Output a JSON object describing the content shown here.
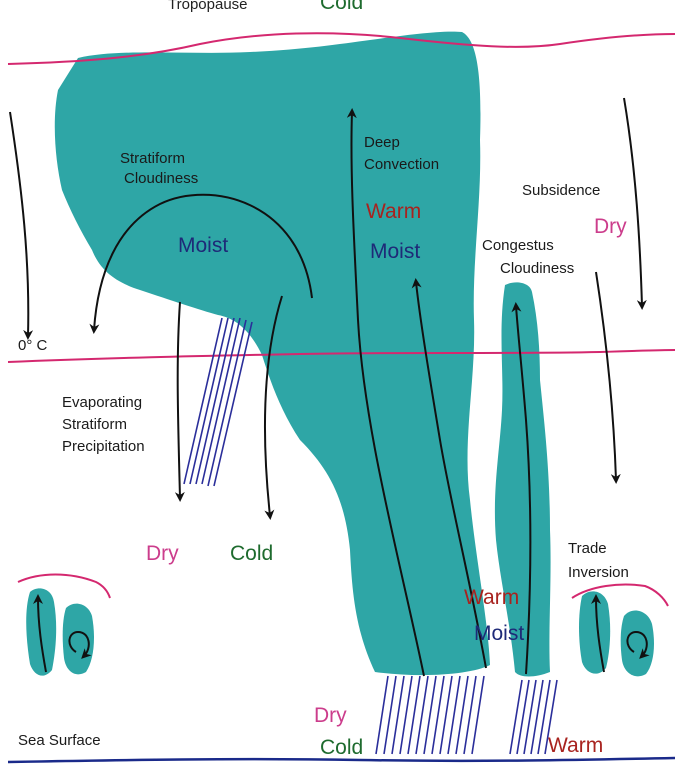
{
  "labels": {
    "tropopause": "Tropopause",
    "cold_top": "Cold",
    "stratiform_cloudiness_1": "Stratiform",
    "stratiform_cloudiness_2": "Cloudiness",
    "moist_stratiform": "Moist",
    "deep_convection_1": "Deep",
    "deep_convection_2": "Convection",
    "warm_upper": "Warm",
    "moist_upper": "Moist",
    "subsidence": "Subsidence",
    "dry_subsidence": "Dry",
    "congestus_1": "Congestus",
    "congestus_2": "Cloudiness",
    "zero_c": "0° C",
    "evap_1": "Evaporating",
    "evap_2": "Stratiform",
    "evap_3": "Precipitation",
    "dry_mid": "Dry",
    "cold_mid": "Cold",
    "trade_1": "Trade",
    "trade_2": "Inversion",
    "warm_lower": "Warm",
    "moist_lower": "Moist",
    "dry_bottom": "Dry",
    "cold_bottom": "Cold",
    "warm_bottom": "Warm",
    "sea_surface": "Sea Surface"
  },
  "colors": {
    "cloud": "#2ea6a6",
    "level_line": "#d4286f",
    "sea_line": "#1a2a8a",
    "precip": "#2a2e9a",
    "arrow": "#111111"
  }
}
